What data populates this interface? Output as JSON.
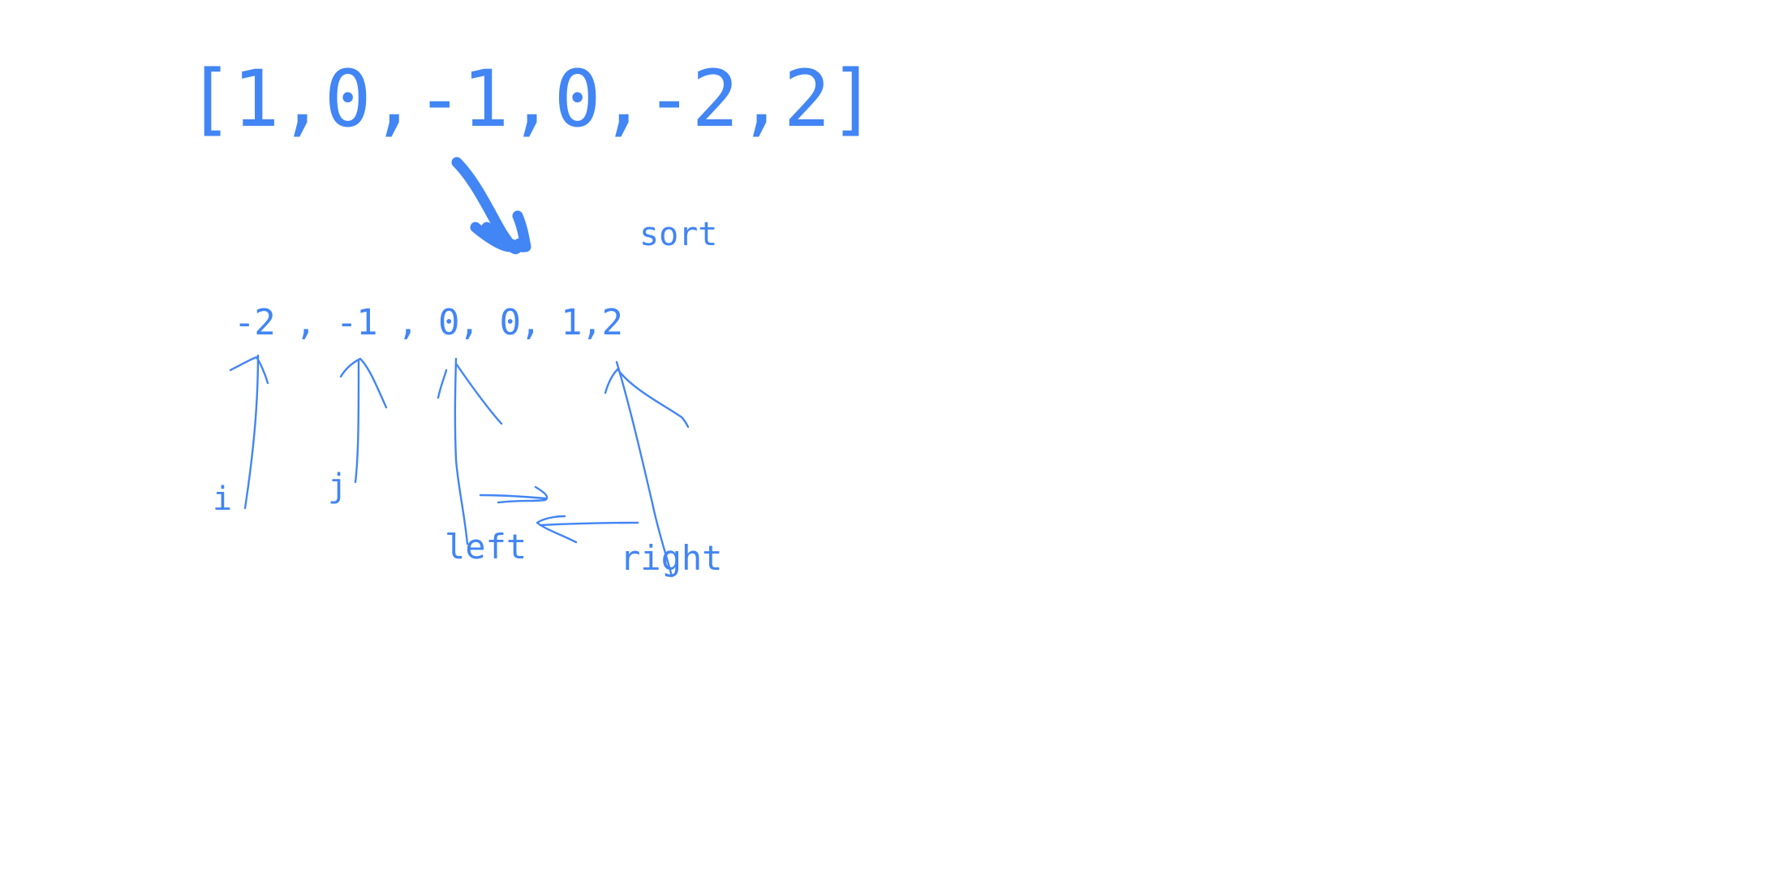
{
  "colors": {
    "ink": "#4285f4",
    "background": "#ffffff"
  },
  "input_array": "[1,0,-1,0,-2,2]",
  "sort_label": "sort",
  "sorted_array": "-2 , -1 , 0, 0, 1,2",
  "pointers": {
    "i": "i",
    "j": "j",
    "left": "left",
    "right": "right"
  }
}
